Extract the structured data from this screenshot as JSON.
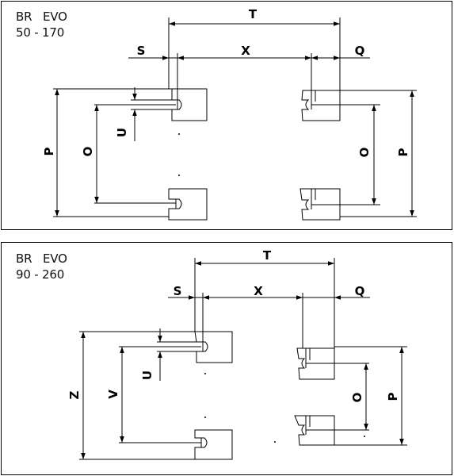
{
  "panels": [
    {
      "model_name": "BR   EVO",
      "size_range": "50 - 170",
      "dimensions": {
        "top": "T",
        "left": "S",
        "middle": "X",
        "right": "Q",
        "slot": "U",
        "outer_left": "P",
        "inner_left": "O",
        "inner_right": "O",
        "outer_right": "P"
      }
    },
    {
      "model_name": "BR   EVO",
      "size_range": "90 - 260",
      "dimensions": {
        "top": "T",
        "left": "S",
        "middle": "X",
        "right": "Q",
        "slot": "U",
        "outer_left": "Z",
        "inner_left": "V",
        "inner_right": "O",
        "outer_right": "P"
      }
    }
  ]
}
